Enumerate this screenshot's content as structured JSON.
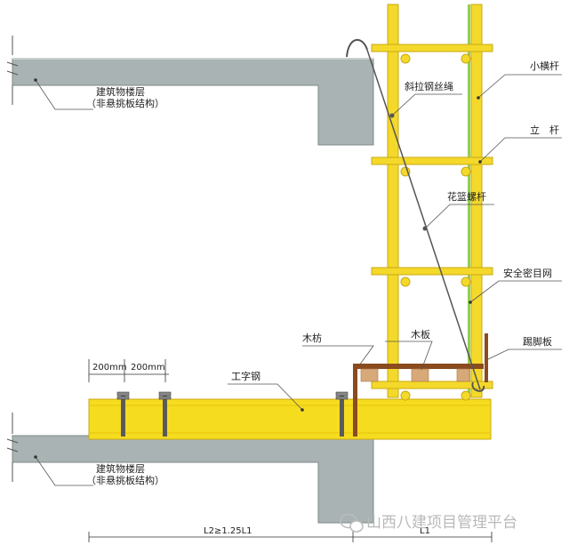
{
  "labels": {
    "floor_top_line1": "建筑物楼层",
    "floor_top_line2": "（非悬挑板结构）",
    "floor_bottom_line1": "建筑物楼层",
    "floor_bottom_line2": "（非悬挑板结构）",
    "wire_rope": "斜拉钢丝绳",
    "small_crossbar": "小横杆",
    "upright": "立　杆",
    "turnbuckle": "花篮螺杆",
    "safety_net": "安全密目网",
    "timber": "木枋",
    "plank": "木板",
    "toe_board": "踢脚板",
    "i_beam": "工字钢"
  },
  "dimensions": {
    "spacing_1": "200mm",
    "spacing_2": "200mm",
    "l2": "L2≥1.25L1",
    "l1": "L1"
  },
  "watermark": "山西八建项目管理平台",
  "colors": {
    "concrete": "#a9b3b3",
    "scaffold": "#f4d92b",
    "scaffold_edge": "#c9a912",
    "i_beam": "#f6dc1f",
    "net": "#8fd14f",
    "timber": "#8a4b1f",
    "plank": "#d7a978",
    "wire": "#555555"
  }
}
